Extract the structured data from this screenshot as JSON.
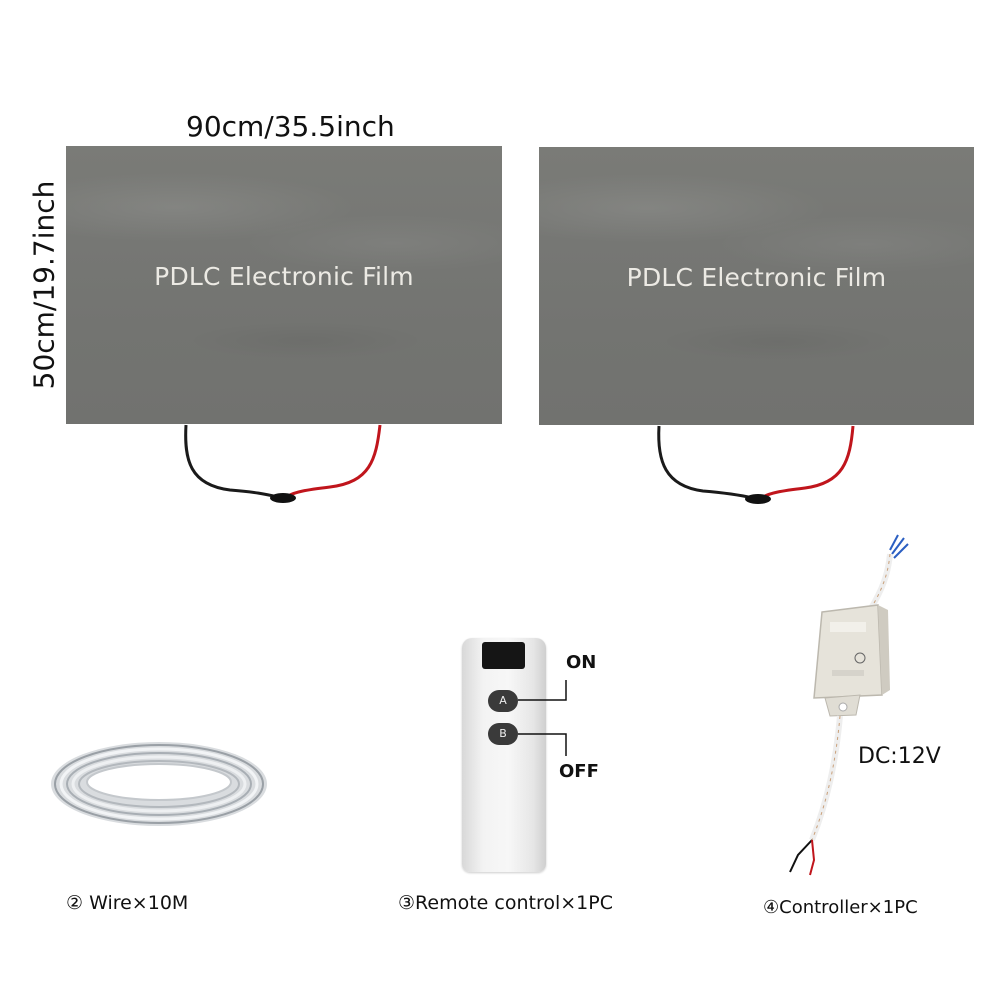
{
  "dimensions": {
    "width_label": "90cm/35.5inch",
    "height_label": "50cm/19.7inch"
  },
  "panels": [
    {
      "label": "PDLC Electronic Film"
    },
    {
      "label": "PDLC Electronic Film"
    }
  ],
  "remote": {
    "button_a": "A",
    "button_b": "B",
    "on_label": "ON",
    "off_label": "OFF"
  },
  "controller": {
    "voltage_label": "DC:12V"
  },
  "captions": {
    "wire": "② Wire×10M",
    "remote": "③Remote control×1PC",
    "controller": "④Controller×1PC"
  },
  "colors": {
    "film": "#757673",
    "film_text": "#eceae4",
    "cable_red": "#c0151c",
    "cable_black": "#1a1a1a"
  }
}
